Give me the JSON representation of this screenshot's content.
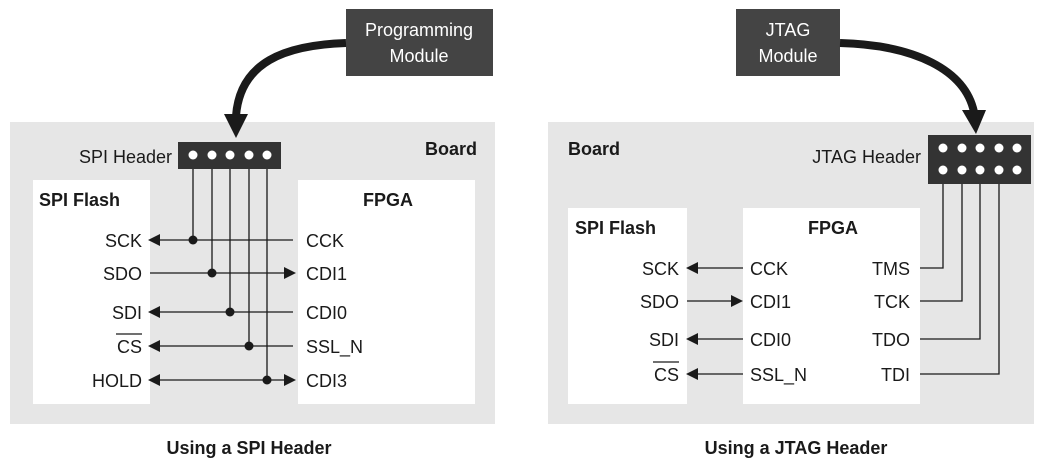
{
  "colors": {
    "board_fill": "#e6e6e6",
    "box_fill": "#ffffff",
    "module_fill": "#444444",
    "header_fill": "#333333",
    "pin": "#ffffff",
    "line": "#1a1a1a"
  },
  "left": {
    "module_line1": "Programming",
    "module_line2": "Module",
    "header_label": "SPI Header",
    "board_label": "Board",
    "flash_title": "SPI Flash",
    "fpga_title": "FPGA",
    "flash_pins": [
      "SCK",
      "SDO",
      "SDI",
      "CS",
      "HOLD"
    ],
    "fpga_pins": [
      "CCK",
      "CDI1",
      "CDI0",
      "SSL_N",
      "CDI3"
    ],
    "caption": "Using a SPI Header"
  },
  "right": {
    "module_line1": "JTAG",
    "module_line2": "Module",
    "header_label": "JTAG Header",
    "board_label": "Board",
    "flash_title": "SPI Flash",
    "fpga_title": "FPGA",
    "flash_pins": [
      "SCK",
      "SDO",
      "SDI",
      "CS"
    ],
    "fpga_pins": [
      "CCK",
      "CDI1",
      "CDI0",
      "SSL_N"
    ],
    "jtag_pins": [
      "TMS",
      "TCK",
      "TDO",
      "TDI"
    ],
    "caption": "Using a JTAG Header"
  }
}
